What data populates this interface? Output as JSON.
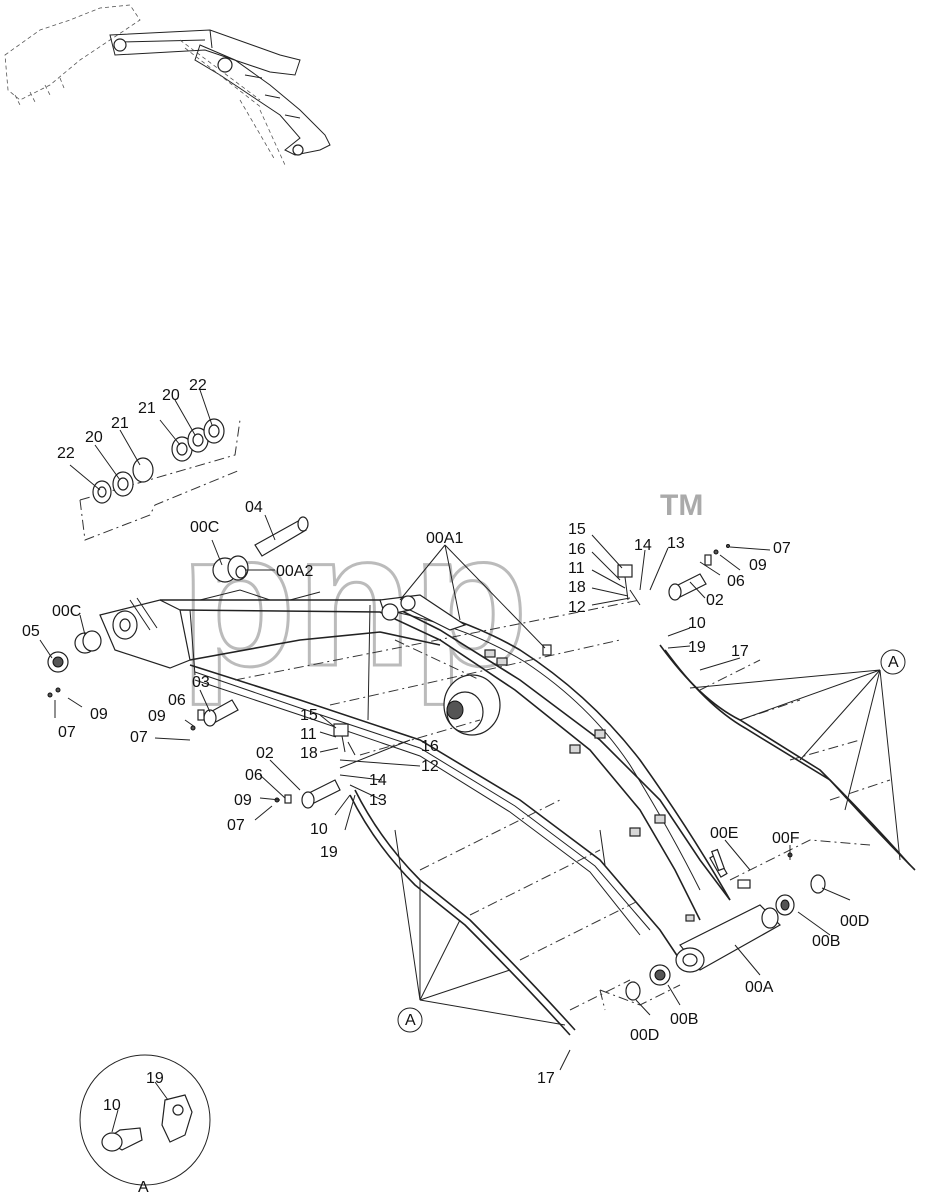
{
  "watermark": {
    "text": "pnp",
    "tm": "TM"
  },
  "corner_mark": "",
  "labels": {
    "l22a": "22",
    "l20a": "20",
    "l21a": "21",
    "l21b": "21",
    "l20b": "20",
    "l22b": "22",
    "l00C_top": "00C",
    "l04": "04",
    "l00A2": "00A2",
    "l00A1": "00A1",
    "l15_r": "15",
    "l16_r": "16",
    "l11_r": "11",
    "l18_r": "18",
    "l12_r": "12",
    "l14_r": "14",
    "l13_r": "13",
    "l07_tr": "07",
    "l09_tr": "09",
    "l06_tr": "06",
    "l02_tr": "02",
    "l10_r": "10",
    "l19_r": "19",
    "l17_r": "17",
    "lA_r": "A",
    "l00C_left": "00C",
    "l05": "05",
    "l09_l": "09",
    "l07_l": "07",
    "l03": "03",
    "l06_l": "06",
    "l09_l2": "09",
    "l07_l2": "07",
    "l15_l": "15",
    "l11_l": "11",
    "l16_l": "16",
    "l18_l": "18",
    "l12_l": "12",
    "l14_l": "14",
    "l13_l": "13",
    "l02_l": "02",
    "l06_l2": "06",
    "l09_l3": "09",
    "l07_l3": "07",
    "l10_l": "10",
    "l19_l": "19",
    "l00E": "00E",
    "l00F": "00F",
    "l00D_r": "00D",
    "l00B_r": "00B",
    "l00A": "00A",
    "l00B_b": "00B",
    "l00D_b": "00D",
    "lA_l": "A",
    "l17_b": "17",
    "detail_10": "10",
    "detail_19": "19",
    "detail_A": "A"
  }
}
